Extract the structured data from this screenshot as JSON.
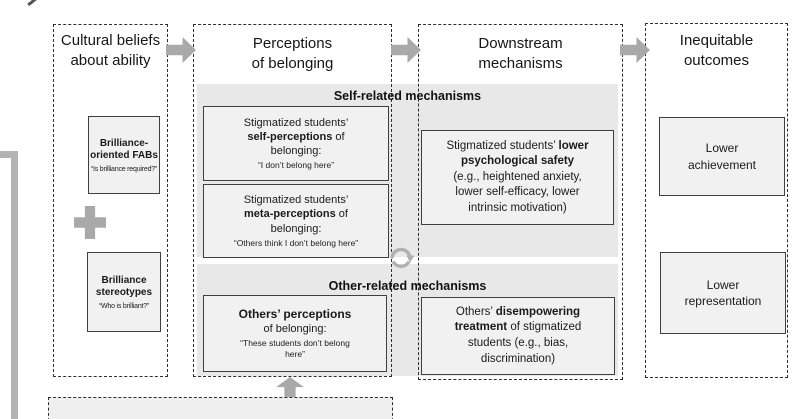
{
  "colors": {
    "arrow": "#a9a9a9",
    "band_fill": "#e8e8e8",
    "box_fill": "#f1f1f1",
    "box_border": "#3f3f3f",
    "dashed_border": "#2e2e2e",
    "text": "#1a1a1a"
  },
  "icons": {
    "flow_arrow": "thick-right-arrow",
    "up_arrow": "thick-up-arrow",
    "plus": "plus-sign",
    "cycle": "circular-reciprocal-arrow"
  },
  "columns": {
    "cultural": {
      "title_line1": "Cultural beliefs",
      "title_line2": "about ability"
    },
    "perceptions": {
      "title_line1": "Perceptions",
      "title_line2": "of belonging"
    },
    "downstream": {
      "title_line1": "Downstream",
      "title_line2": "mechanisms"
    },
    "outcomes": {
      "title_line1": "Inequitable",
      "title_line2": "outcomes"
    }
  },
  "bands": {
    "self": "Self-related mechanisms",
    "other": "Other-related mechanisms"
  },
  "cultural": {
    "fabs": {
      "bold": "Brilliance-oriented FABs",
      "quote": "“Is brilliance required?”"
    },
    "stereotypes": {
      "bold": "Brilliance stereotypes",
      "quote": "“Who is brilliant?”"
    }
  },
  "perceptions": {
    "self_perceptions": {
      "l1": "Stigmatized students’",
      "l2bold": "self-perceptions",
      "l2post": " of",
      "l3": "belonging:",
      "quote": "“I don’t belong here”"
    },
    "meta_perceptions": {
      "l1": "Stigmatized students’",
      "l2bold": "meta-perceptions",
      "l2post": " of",
      "l3": "belonging:",
      "quote": "“Others think I don’t belong here”"
    },
    "others_perceptions": {
      "l1bold": "Others’ perceptions",
      "l2": "of belonging:",
      "quote": "“These students don’t belong here”"
    }
  },
  "downstream": {
    "psych_safety": {
      "l1pre": "Stigmatized students’ ",
      "l1bold": "lower",
      "l2bold": "psychological safety",
      "l3": "(e.g., heightened anxiety,",
      "l4": "lower self-efficacy, lower",
      "l5": "intrinsic motivation)"
    },
    "treatment": {
      "l1pre": "Others’ ",
      "l1bold": "disempowering",
      "l2bold": "treatment",
      "l2post": " of stigmatized",
      "l3": "students (e.g., bias,",
      "l4": "discrimination)"
    }
  },
  "outcomes": {
    "achievement": "Lower achievement",
    "representation": "Lower representation"
  }
}
